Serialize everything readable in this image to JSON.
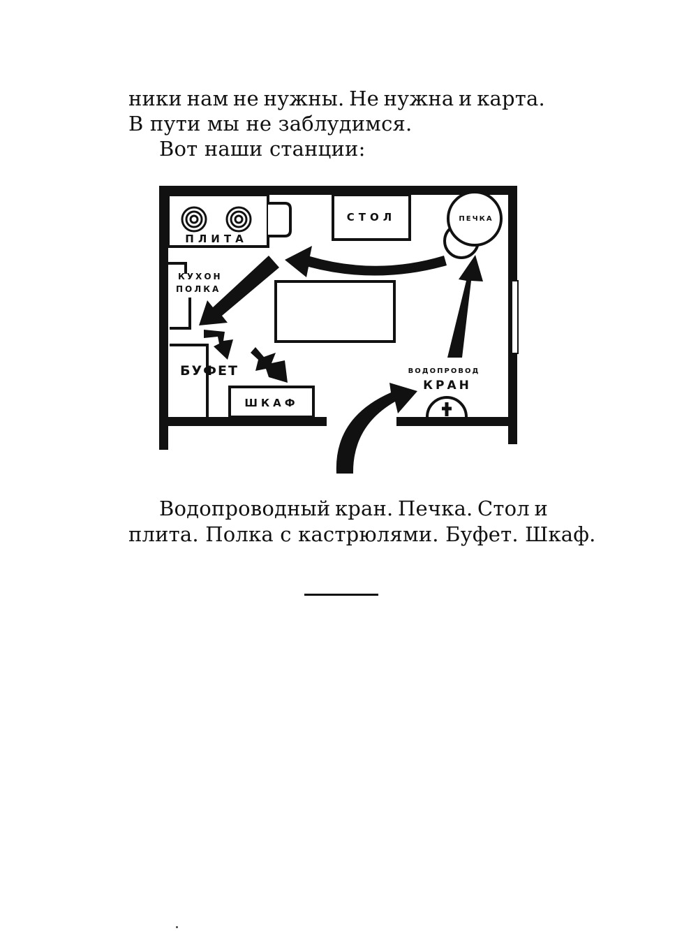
{
  "text": {
    "line1": [
      "ники",
      "нам",
      "не",
      "нужны.",
      "Не",
      "нужна",
      "и",
      "карта."
    ],
    "line2": "В пути мы не заблудимся.",
    "line3": "Вот наши станции:",
    "caption_line1": [
      "Водопроводный",
      "кран.",
      "Печка.",
      "Стол",
      "и"
    ],
    "caption_line2": "плита. Полка с кастрюлями. Буфет. Шкаф."
  },
  "plan": {
    "labels": {
      "plita": "ПЛИТА",
      "stol": "СТОЛ",
      "pechka": "ПЕЧКА",
      "polka_line1": "КУХОН",
      "polka_line2": "ПОЛКА",
      "bufet": "БУФЕТ",
      "shkaf": "ШКАФ",
      "kran_line1": "ВОДОПРОВОД",
      "kran_line2": "КРАН"
    }
  }
}
